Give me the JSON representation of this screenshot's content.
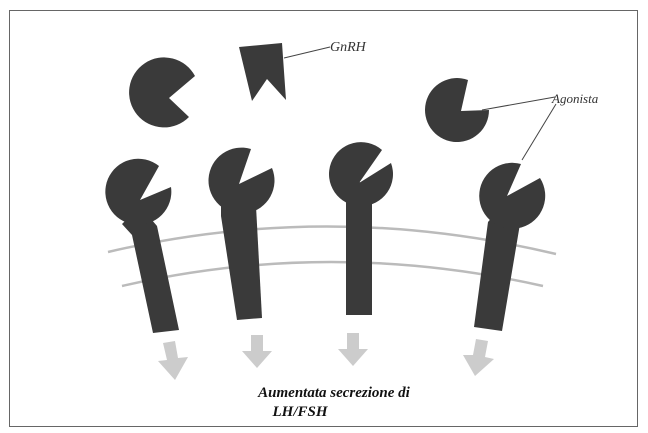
{
  "labels": {
    "gnrh": "GnRH",
    "agonist": "Agonista",
    "caption_line1": "Aumentata secrezione di",
    "caption_line2": "LH/FSH"
  },
  "colors": {
    "shape": "#3a3a3a",
    "arrow": "#cccccc",
    "membrane": "#bbbbbb",
    "frame": "#666666"
  }
}
